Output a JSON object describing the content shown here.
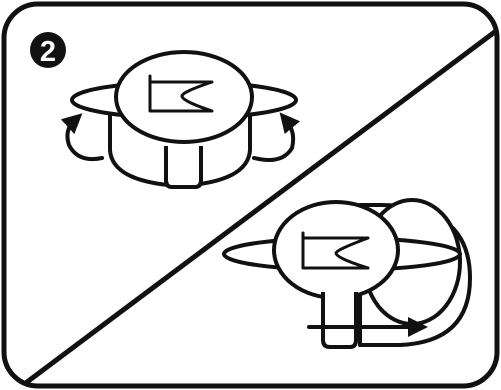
{
  "step_badge": {
    "number": "2",
    "badge_color": "#111111",
    "text_color": "#ffffff"
  },
  "panels": [
    {
      "name": "top-left",
      "illustration": "rotate-device",
      "arrow_icons": [
        "curved-arrow-left-icon",
        "curved-arrow-right-icon"
      ]
    },
    {
      "name": "bottom-right",
      "illustration": "slide-clip",
      "arrow_icons": [
        "straight-arrow-right-icon"
      ]
    }
  ],
  "colors": {
    "line": "#111111",
    "background": "#ffffff"
  }
}
